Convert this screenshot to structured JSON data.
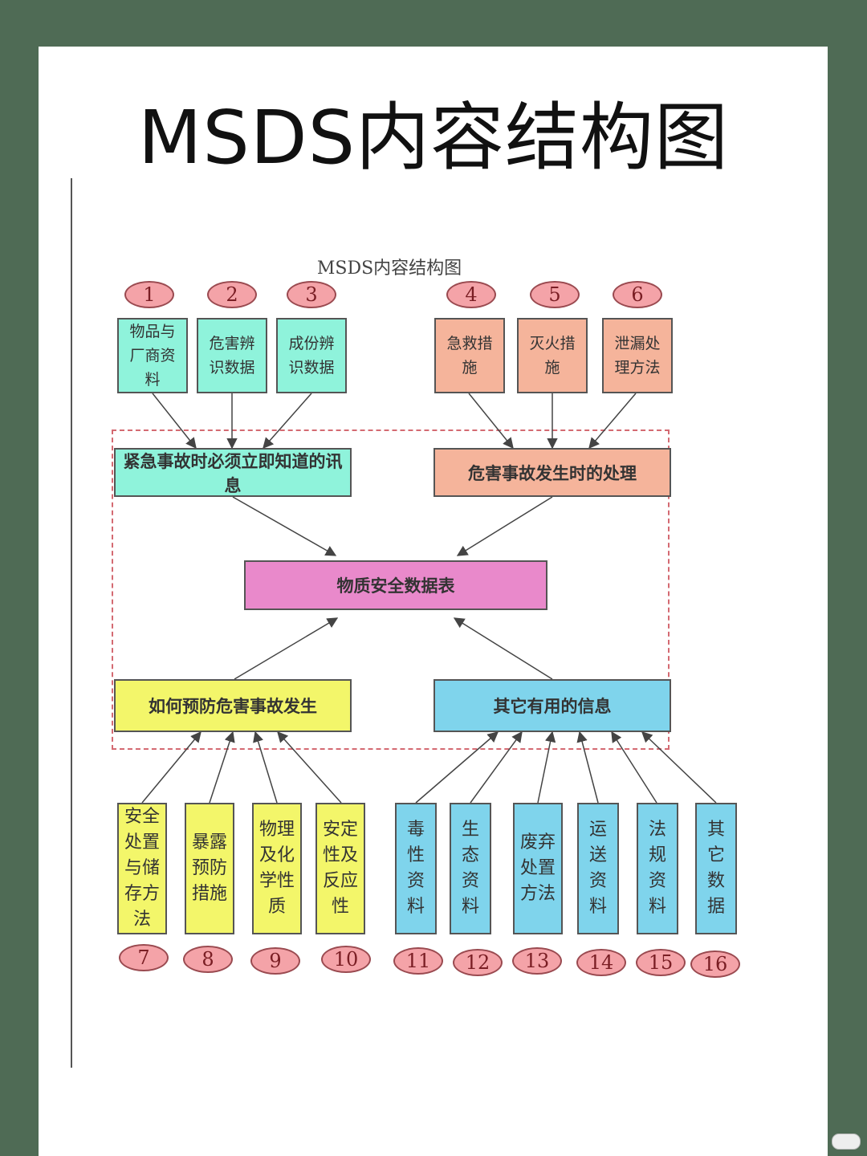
{
  "page": {
    "title": "MSDS内容结构图"
  },
  "diagram": {
    "title": "MSDS内容结构图",
    "top_items": [
      {
        "num": "1",
        "label": "物品与厂商资料"
      },
      {
        "num": "2",
        "label": "危害辨识数据"
      },
      {
        "num": "3",
        "label": "成份辨识数据"
      },
      {
        "num": "4",
        "label": "急救措施"
      },
      {
        "num": "5",
        "label": "灭火措施"
      },
      {
        "num": "6",
        "label": "泄漏处理方法"
      }
    ],
    "groups": {
      "emergency_info": "紧急事故时必须立即知道的讯息",
      "hazard_handling": "危害事故发生时的处理",
      "sds": "物质安全数据表",
      "prevention": "如何预防危害事故发生",
      "other_info": "其它有用的信息"
    },
    "bottom_items": [
      {
        "num": "7",
        "label": "安全处置与储存方法"
      },
      {
        "num": "8",
        "label": "暴露预防措施"
      },
      {
        "num": "9",
        "label": "物理及化学性质"
      },
      {
        "num": "10",
        "label": "安定性及反应性"
      },
      {
        "num": "11",
        "label": "毒性资料"
      },
      {
        "num": "12",
        "label": "生态资料"
      },
      {
        "num": "13",
        "label": "废弃处置方法"
      },
      {
        "num": "14",
        "label": "运送资料"
      },
      {
        "num": "15",
        "label": "法规资料"
      },
      {
        "num": "16",
        "label": "其它数据"
      }
    ],
    "colors": {
      "teal": "#8ff3db",
      "salmon": "#f5b49b",
      "pink": "#e989cb",
      "yellow": "#f3f66a",
      "blue": "#7fd4ec",
      "badge": "#f4a3a8",
      "frame": "#d46a72"
    }
  }
}
